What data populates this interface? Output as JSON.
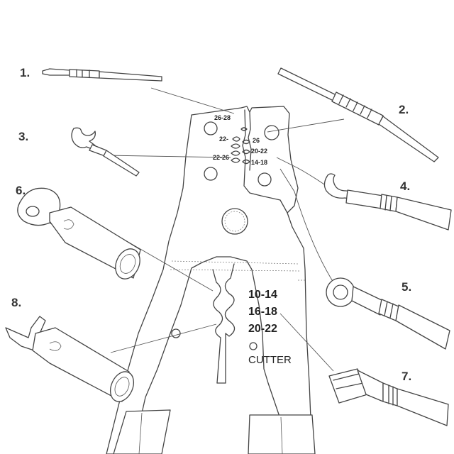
{
  "callouts": {
    "c1": "1.",
    "c2": "2.",
    "c3": "3.",
    "c4": "4.",
    "c5": "5.",
    "c6": "6.",
    "c7": "7.",
    "c8": "8."
  },
  "crimper_head": {
    "g_26_28": "26-28",
    "g_22a": "22-",
    "g_26": "26",
    "g_20_22": "20-22",
    "g_22_26": "22-26",
    "g_14_18": "14-18"
  },
  "crimper_jaw": {
    "g_10_14": "10-14",
    "g_16_18": "16-18",
    "g_20_22": "20-22",
    "cutter": "CUTTER"
  }
}
